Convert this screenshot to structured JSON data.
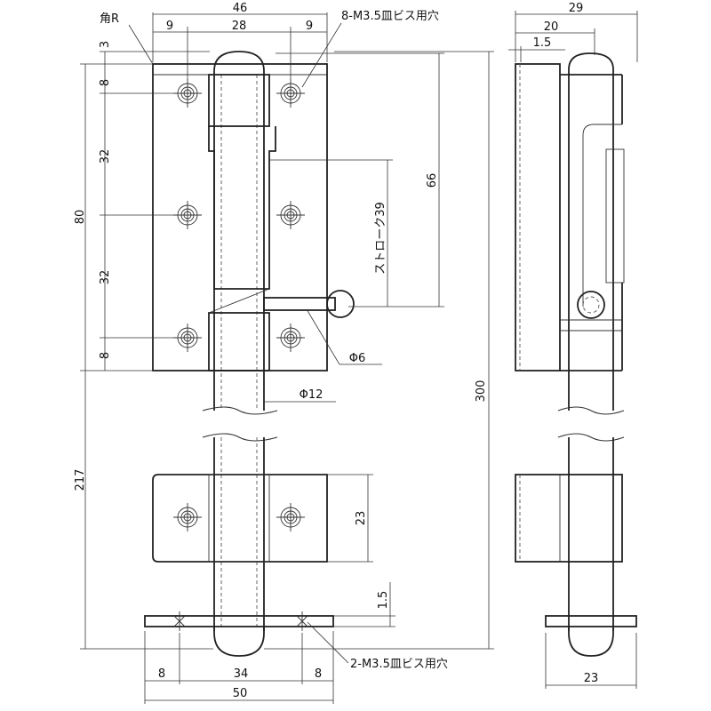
{
  "dimensions": {
    "overall_width": "46",
    "hole_offset_left": "9",
    "hole_pitch_horizontal": "28",
    "hole_offset_right": "9",
    "corner_radius_note": "角R",
    "top_margin": "3",
    "hole_top_margin": "8",
    "hole_pitch_upper": "32",
    "plate_height": "80",
    "hole_pitch_lower": "32",
    "hole_bottom_margin": "8",
    "stroke": "ストローク39",
    "stroke_height": "66",
    "handle_diameter": "Φ6",
    "bolt_diameter": "Φ12",
    "overall_length": "300",
    "lower_length": "217",
    "keeper_height": "23",
    "strike_thickness": "1.5",
    "strike_margin_left": "8",
    "strike_hole_pitch": "34",
    "strike_margin_right": "8",
    "strike_width": "50",
    "side_depth": "29",
    "side_offset": "20",
    "side_thickness": "1.5",
    "side_strike_width": "23"
  },
  "notes": {
    "plate_holes": "8-M3.5皿ビス用穴",
    "strike_holes": "2-M3.5皿ビス用穴"
  }
}
